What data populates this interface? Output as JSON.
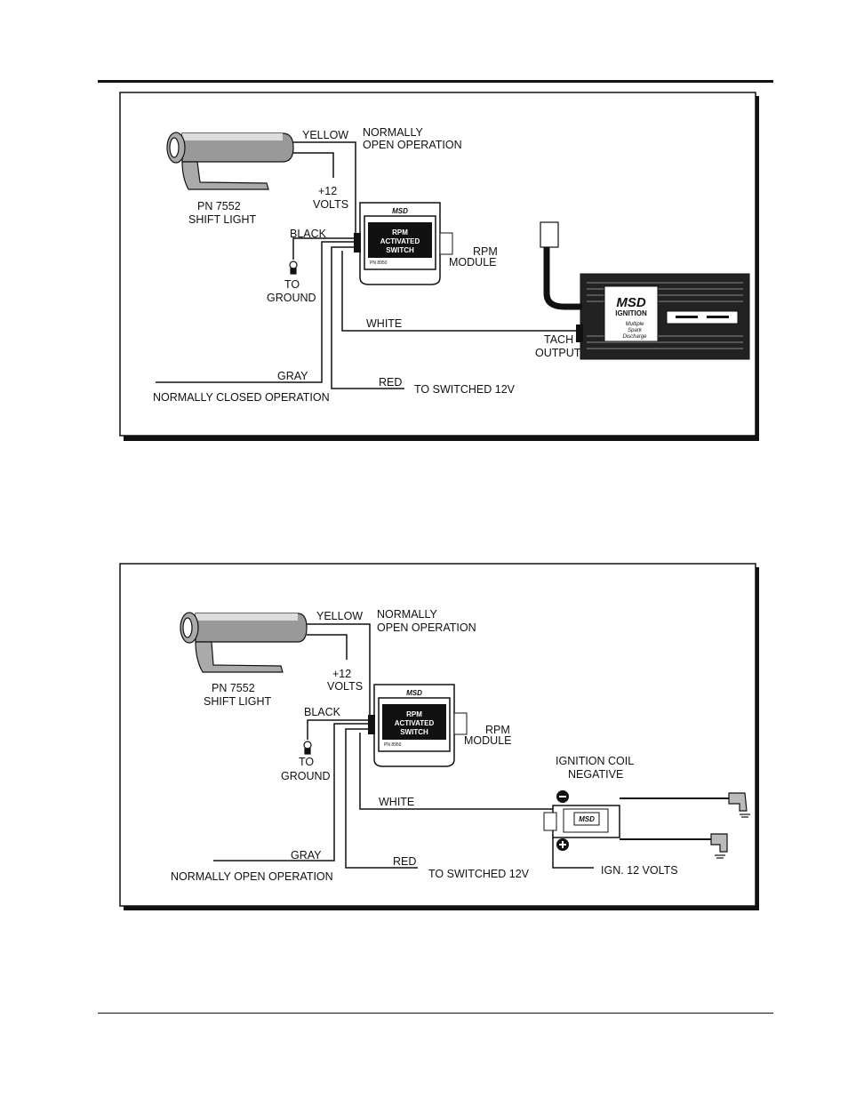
{
  "diagram1": {
    "labels": {
      "yellow": "YELLOW",
      "normally_open_1": "NORMALLY",
      "normally_open_2": "OPEN OPERATION",
      "plus12": "+12",
      "volts": "VOLTS",
      "pn": "PN 7552",
      "shift_light": "SHIFT LIGHT",
      "black": "BLACK",
      "to": "TO",
      "ground": "GROUND",
      "rpm": "RPM",
      "module": "MODULE",
      "white": "WHITE",
      "tach": "TACH",
      "output": "OUTPUT",
      "gray": "GRAY",
      "normally_closed": "NORMALLY CLOSED OPERATION",
      "red": "RED",
      "to_switched": "TO SWITCHED 12V"
    },
    "switch": {
      "brand": "MSD",
      "line1": "RPM",
      "line2": "ACTIVATED",
      "line3": "SWITCH",
      "part": "PN 8950"
    },
    "ignition": {
      "brand": "MSD",
      "sub": "IGNITION",
      "desc1": "Multiple",
      "desc2": "Spark",
      "desc3": "Discharge"
    }
  },
  "diagram2": {
    "labels": {
      "yellow": "YELLOW",
      "normally_open_1": "NORMALLY",
      "normally_open_2": "OPEN OPERATION",
      "plus12": "+12",
      "volts": "VOLTS",
      "pn": "PN 7552",
      "shift_light": "SHIFT LIGHT",
      "black": "BLACK",
      "to": "TO",
      "ground": "GROUND",
      "rpm": "RPM",
      "module": "MODULE",
      "white": "WHITE",
      "ign_coil": "IGNITION COIL",
      "negative": "NEGATIVE",
      "gray": "GRAY",
      "normally_open_op": "NORMALLY OPEN OPERATION",
      "red": "RED",
      "to_switched": "TO SWITCHED 12V",
      "ign12": "IGN. 12 VOLTS"
    },
    "switch": {
      "brand": "MSD",
      "line1": "RPM",
      "line2": "ACTIVATED",
      "line3": "SWITCH",
      "part": "PN 8950"
    },
    "coil": {
      "brand": "MSD"
    }
  }
}
